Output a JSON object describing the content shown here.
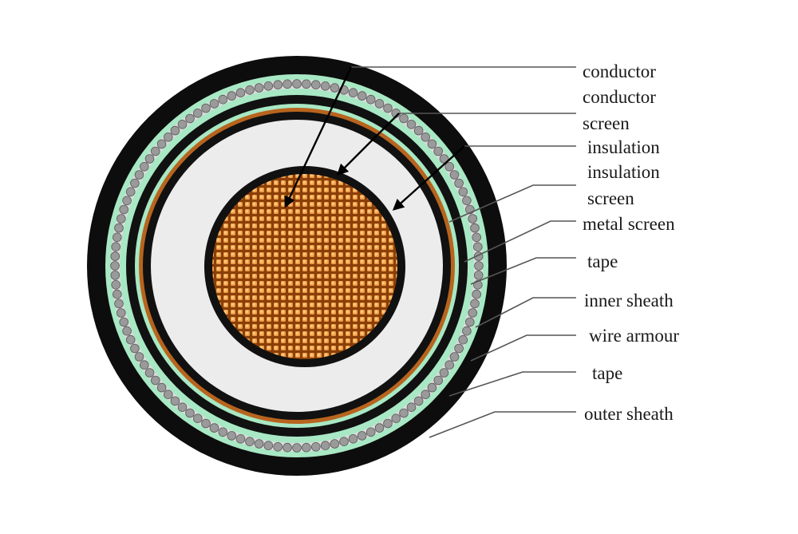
{
  "labels": {
    "conductor": "conductor",
    "conductor_screen_1": "conductor",
    "conductor_screen_2": "screen",
    "insulation": "insulation",
    "insulation_screen_1": "insulation",
    "insulation_screen_2": "screen",
    "metal_screen": "metal screen",
    "tape_1": "tape",
    "inner_sheath": "inner sheath",
    "wire_armour": "wire armour",
    "tape_2": "tape",
    "outer_sheath": "outer sheath"
  },
  "colors": {
    "outer_sheath": "#0d0d0d",
    "wire_armour": "#9a9a9a",
    "tape": "#a8e8c4",
    "metal_screen": "#b8641e",
    "insulation": "#ececec",
    "conductor": "#b35a10",
    "conductor_grid": "#f2a24a",
    "leader_line": "#555555"
  }
}
